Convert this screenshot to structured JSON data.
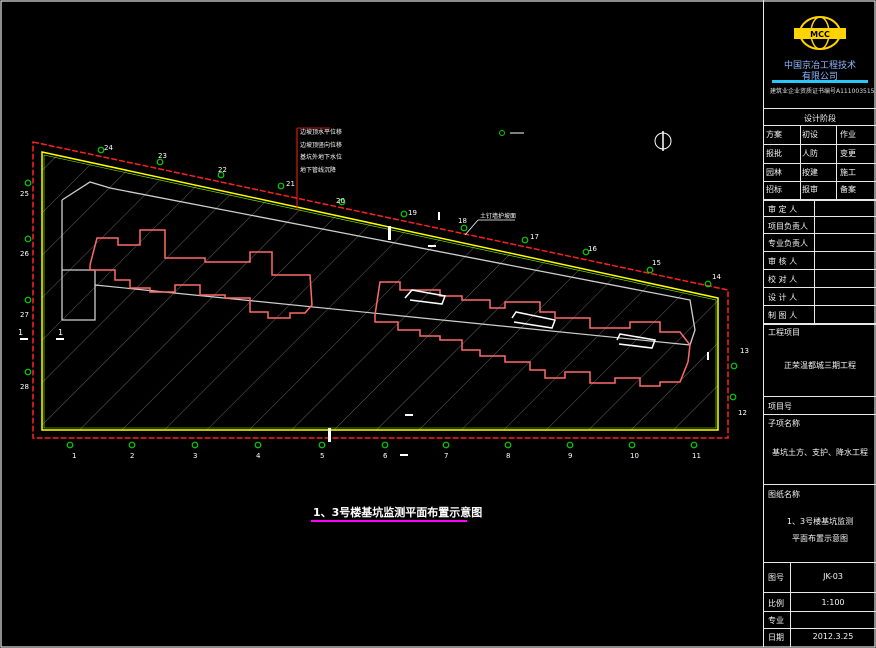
{
  "drawing": {
    "title": "1、3号楼基坑监测平面布置示意图",
    "legend": [
      "边坡顶水平位移",
      "边坡顶竖向位移",
      "基坑外地下水位",
      "地下管线沉降"
    ],
    "compass_label": "",
    "water_label": "土钉墙护坡面",
    "section_label": "1",
    "point_labels": [
      "1",
      "2",
      "3",
      "4",
      "5",
      "6",
      "7",
      "8",
      "9",
      "10",
      "11",
      "12",
      "13",
      "14",
      "15",
      "16",
      "17",
      "18",
      "19",
      "20",
      "21",
      "22",
      "23",
      "24",
      "25",
      "26",
      "27",
      "28"
    ],
    "colors": {
      "pit_outer": "#ff2020",
      "pit_inner": "#ffff00",
      "building": "#ff6060",
      "hatch": "#8a8a8a",
      "marker": "#00d000",
      "title_underline": "#ff00ff"
    }
  },
  "titleblock": {
    "company_line1": "中国京冶工程技术",
    "company_line2": "有限公司",
    "cert": "建筑业企业资质证书编号A111003515",
    "design_stage": "设计阶段",
    "stage_row1": [
      "方案",
      "初设",
      "作业"
    ],
    "stage_row2": [
      "报批",
      "人防",
      "变更"
    ],
    "stage_row3": [
      "园林",
      "按建",
      "施工"
    ],
    "stage_row4": [
      "招标",
      "报审",
      "备案"
    ],
    "signers": [
      "审 定 人",
      "项目负责人",
      "专业负责人",
      "审 核 人",
      "校 对 人",
      "设 计 人",
      "制 图 人"
    ],
    "project_label": "工程项目",
    "project_name": "正荣温都城三期工程",
    "item_no_label": "项目号",
    "subitem_label": "子项名称",
    "subitem_name": "基坑土方、支护、降水工程",
    "drawing_name_label": "图纸名称",
    "drawing_name1": "1、3号楼基坑监测",
    "drawing_name2": "平面布置示意图",
    "drawing_no_label": "图号",
    "drawing_no": "JK-03",
    "scale_label": "比例",
    "scale": "1:100",
    "discipline_label": "专业",
    "date_label": "日期",
    "date": "2012.3.25"
  }
}
